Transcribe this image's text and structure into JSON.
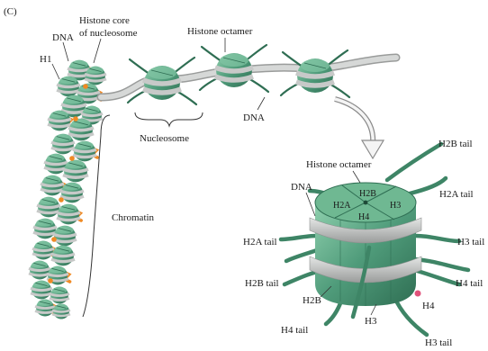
{
  "figure": {
    "panel_letter": "(C)",
    "labels": {
      "dna_top_left": "DNA",
      "histone_core_line1": "Histone core",
      "histone_core_line2": "of nucleosome",
      "h1": "H1",
      "histone_octamer_top": "Histone octamer",
      "nucleosome": "Nucleosome",
      "dna_middle": "DNA",
      "chromatin": "Chromatin",
      "histone_octamer_detail": "Histone octamer",
      "dna_detail": "DNA",
      "h2b_tail_top": "H2B tail",
      "h2a_tail_right": "H2A tail",
      "h3_tail_right": "H3 tail",
      "h2a_tail_left": "H2A tail",
      "h4_tail_right": "H4 tail",
      "h2b_tail_left": "H2B tail",
      "h2b_bottom": "H2B",
      "h4_bottom_mark": "H4",
      "h4_tail_bottom": "H4 tail",
      "h3_bottom": "H3",
      "h3_tail_bottom": "H3 tail"
    },
    "octamer_segments": {
      "top": "H2B",
      "left": "H2A",
      "right": "H3",
      "bottom": "H4"
    },
    "colors": {
      "histone_green": "#4f9b7a",
      "histone_green_light": "#7fc3a1",
      "histone_green_dark": "#2f6e53",
      "dna_gray": "#c7c9c8",
      "dna_gray_dark": "#9a9c9b",
      "h1_orange": "#f08a24",
      "mark_pink": "#e0527a"
    }
  }
}
